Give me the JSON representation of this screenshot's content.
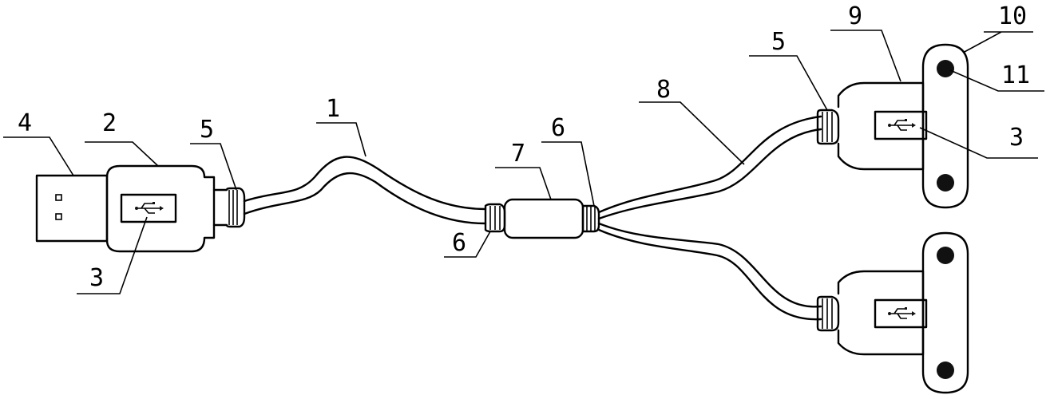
{
  "labels": {
    "l1": "1",
    "l2": "2",
    "l3_left": "3",
    "l3_right": "3",
    "l4": "4",
    "l5_left": "5",
    "l5_right": "5",
    "l6_left": "6",
    "l6_right": "6",
    "l7": "7",
    "l8": "8",
    "l9": "9",
    "l10": "10",
    "l11": "11"
  }
}
